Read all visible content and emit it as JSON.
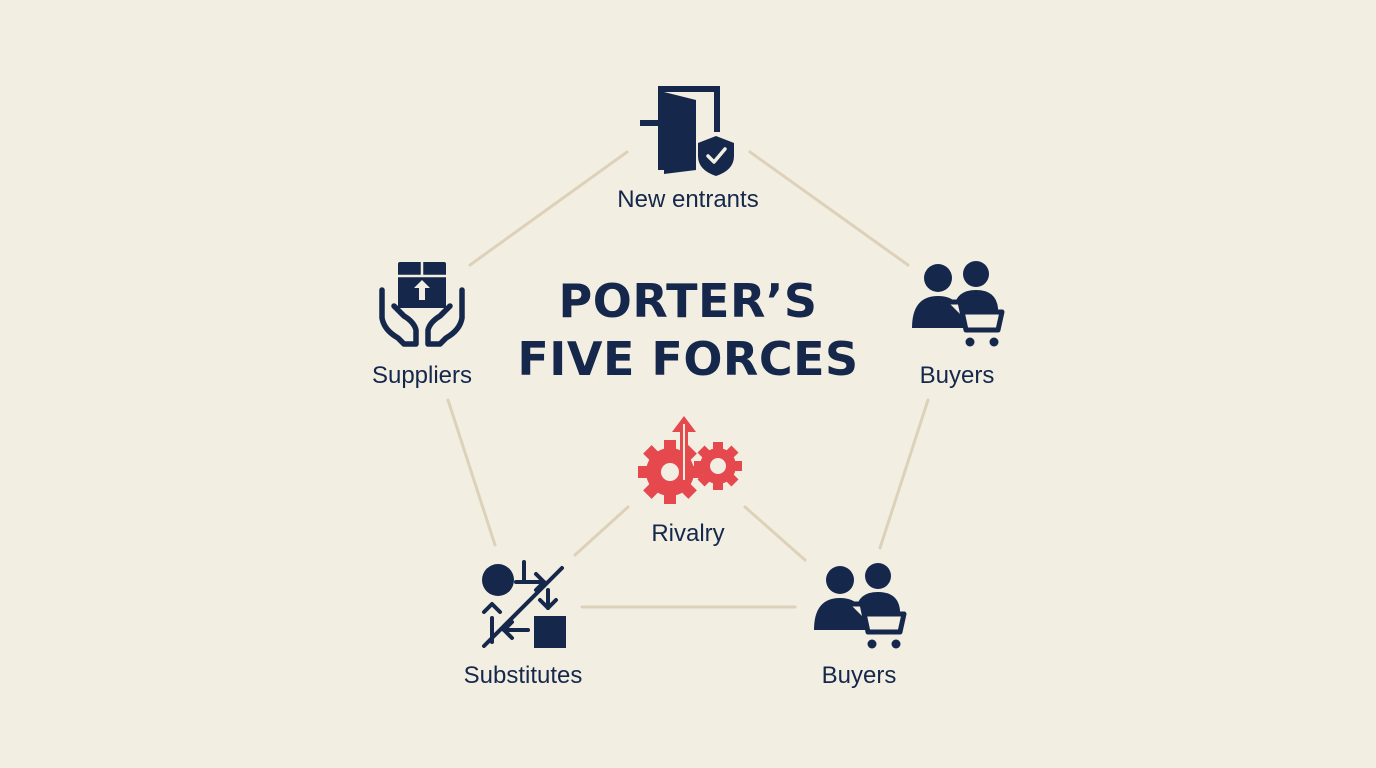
{
  "title": {
    "line1": "PORTER’S",
    "line2": "FIVE FORCES"
  },
  "forces": {
    "new_entrants": {
      "label": "New entrants",
      "icon": "door-enter-shield-icon"
    },
    "suppliers": {
      "label": "Suppliers",
      "icon": "hands-box-icon"
    },
    "buyers_top": {
      "label": "Buyers",
      "icon": "people-cart-icon"
    },
    "rivalry": {
      "label": "Rivalry",
      "icon": "gears-arrow-icon"
    },
    "substitutes": {
      "label": "Substitutes",
      "icon": "swap-arrows-icon"
    },
    "buyers_bottom": {
      "label": "Buyers",
      "icon": "people-cart-icon"
    }
  },
  "colors": {
    "background": "#f3eee2",
    "navy": "#15284b",
    "accent_red": "#e5484d",
    "connector": "#ddd2b9"
  }
}
